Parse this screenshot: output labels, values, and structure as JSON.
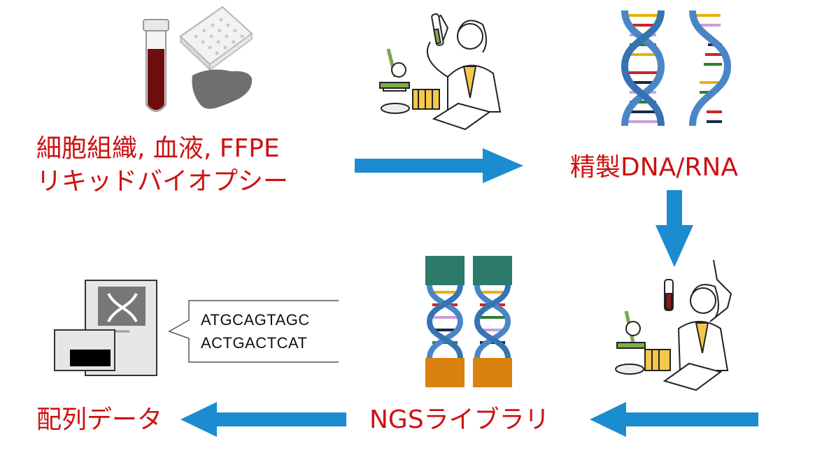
{
  "labels": {
    "source_line1": "細胞組織, 血液, FFPE",
    "source_line2": "リキッドバイオプシー",
    "purified": "精製DNA/RNA",
    "library": "NGSライブラリ",
    "sequence_data": "配列データ"
  },
  "sequence": {
    "line1": "ATGCAGTAGC",
    "line2": "ACTGACTCAT"
  },
  "colors": {
    "label_red": "#cc1111",
    "arrow_blue": "#1a8ccf",
    "helix_blue": "#3f7fc1",
    "adapter_green": "#2b7a6a",
    "adapter_orange": "#d9820f"
  }
}
